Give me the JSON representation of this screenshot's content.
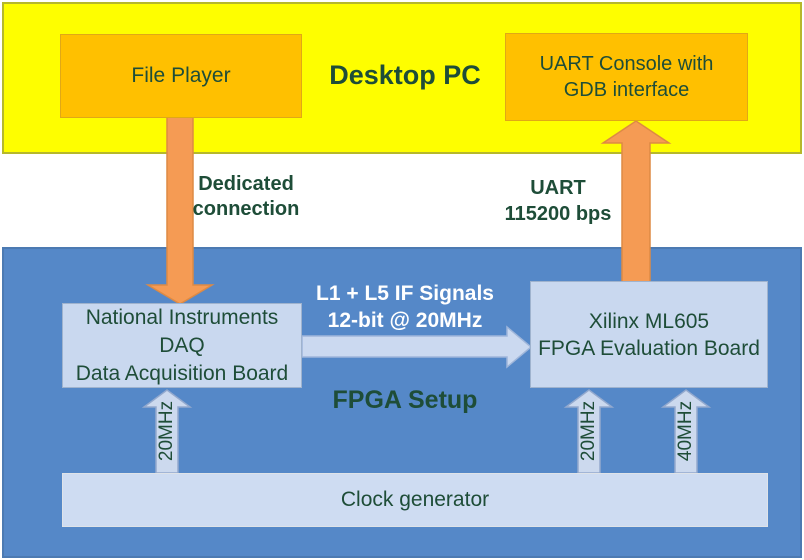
{
  "regions": {
    "desktop_pc": {
      "label": "Desktop PC"
    },
    "fpga_setup": {
      "label": "FPGA Setup"
    }
  },
  "boxes": {
    "file_player": {
      "label": "File Player"
    },
    "uart_console": {
      "line1": "UART Console with",
      "line2": "GDB interface"
    },
    "daq": {
      "line1": "National Instruments",
      "line2": "DAQ",
      "line3": "Data Acquisition Board"
    },
    "fpga_board": {
      "line1": "Xilinx ML605",
      "line2": "FPGA Evaluation Board"
    },
    "clock_generator": {
      "label": "Clock generator"
    }
  },
  "connections": {
    "dedicated": {
      "line1": "Dedicated",
      "line2": "connection"
    },
    "uart": {
      "line1": "UART",
      "line2": "115200 bps"
    },
    "if_signals": {
      "line1": "L1 + L5 IF Signals",
      "line2": "12-bit @ 20MHz"
    },
    "clock_to_daq": {
      "label": "20MHz"
    },
    "clock_to_fpga_1": {
      "label": "20MHz"
    },
    "clock_to_fpga_2": {
      "label": "40MHz"
    }
  },
  "colors": {
    "desktop_region_bg": "#FEFE00",
    "fpga_region_bg": "#5588C8",
    "pc_box_bg": "#FFC000",
    "hw_box_bg": "#C9D8EF",
    "orange_arrow": "#F59B54",
    "blue_arrow": "#CBD9F0",
    "text_green": "#1E4D38",
    "text_white": "#FFFFFF"
  }
}
